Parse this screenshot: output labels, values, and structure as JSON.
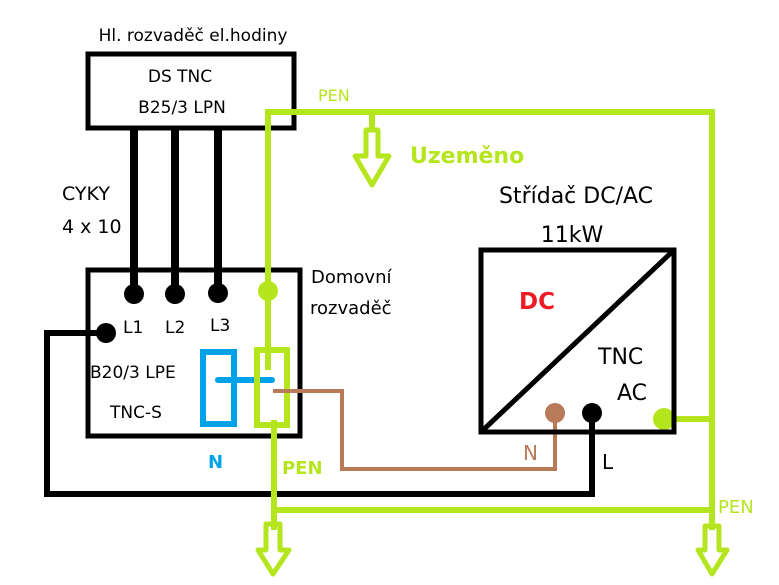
{
  "colors": {
    "black": "#000000",
    "pen_green": "#b5e61d",
    "neutral_blue": "#00a2e8",
    "neutral_brown": "#b97a57",
    "dc_red": "#ed1c24"
  },
  "main_panel": {
    "title": "Hl. rozvaděč el.hodiny",
    "line1": "DS TNC",
    "line2": "B25/3 LPN"
  },
  "cable": {
    "line1": "CYKY",
    "line2": "4 x 10"
  },
  "pen_top_label": "PEN",
  "grounded_label": "Uzeměno",
  "inverter": {
    "title": "Střídač DC/AC",
    "power": "11kW",
    "dc_label": "DC",
    "ac_line1": "TNC",
    "ac_line2": "AC",
    "n_label": "N",
    "l_label": "L"
  },
  "home_panel": {
    "title_line1": "Domovní",
    "title_line2": "rozvaděč",
    "l1": "L1",
    "l2": "L2",
    "l3": "L3",
    "breaker": "B20/3 LPE",
    "system": "TNC-S",
    "n_label": "N",
    "pen_label": "PEN"
  },
  "pen_right_label": "PEN"
}
